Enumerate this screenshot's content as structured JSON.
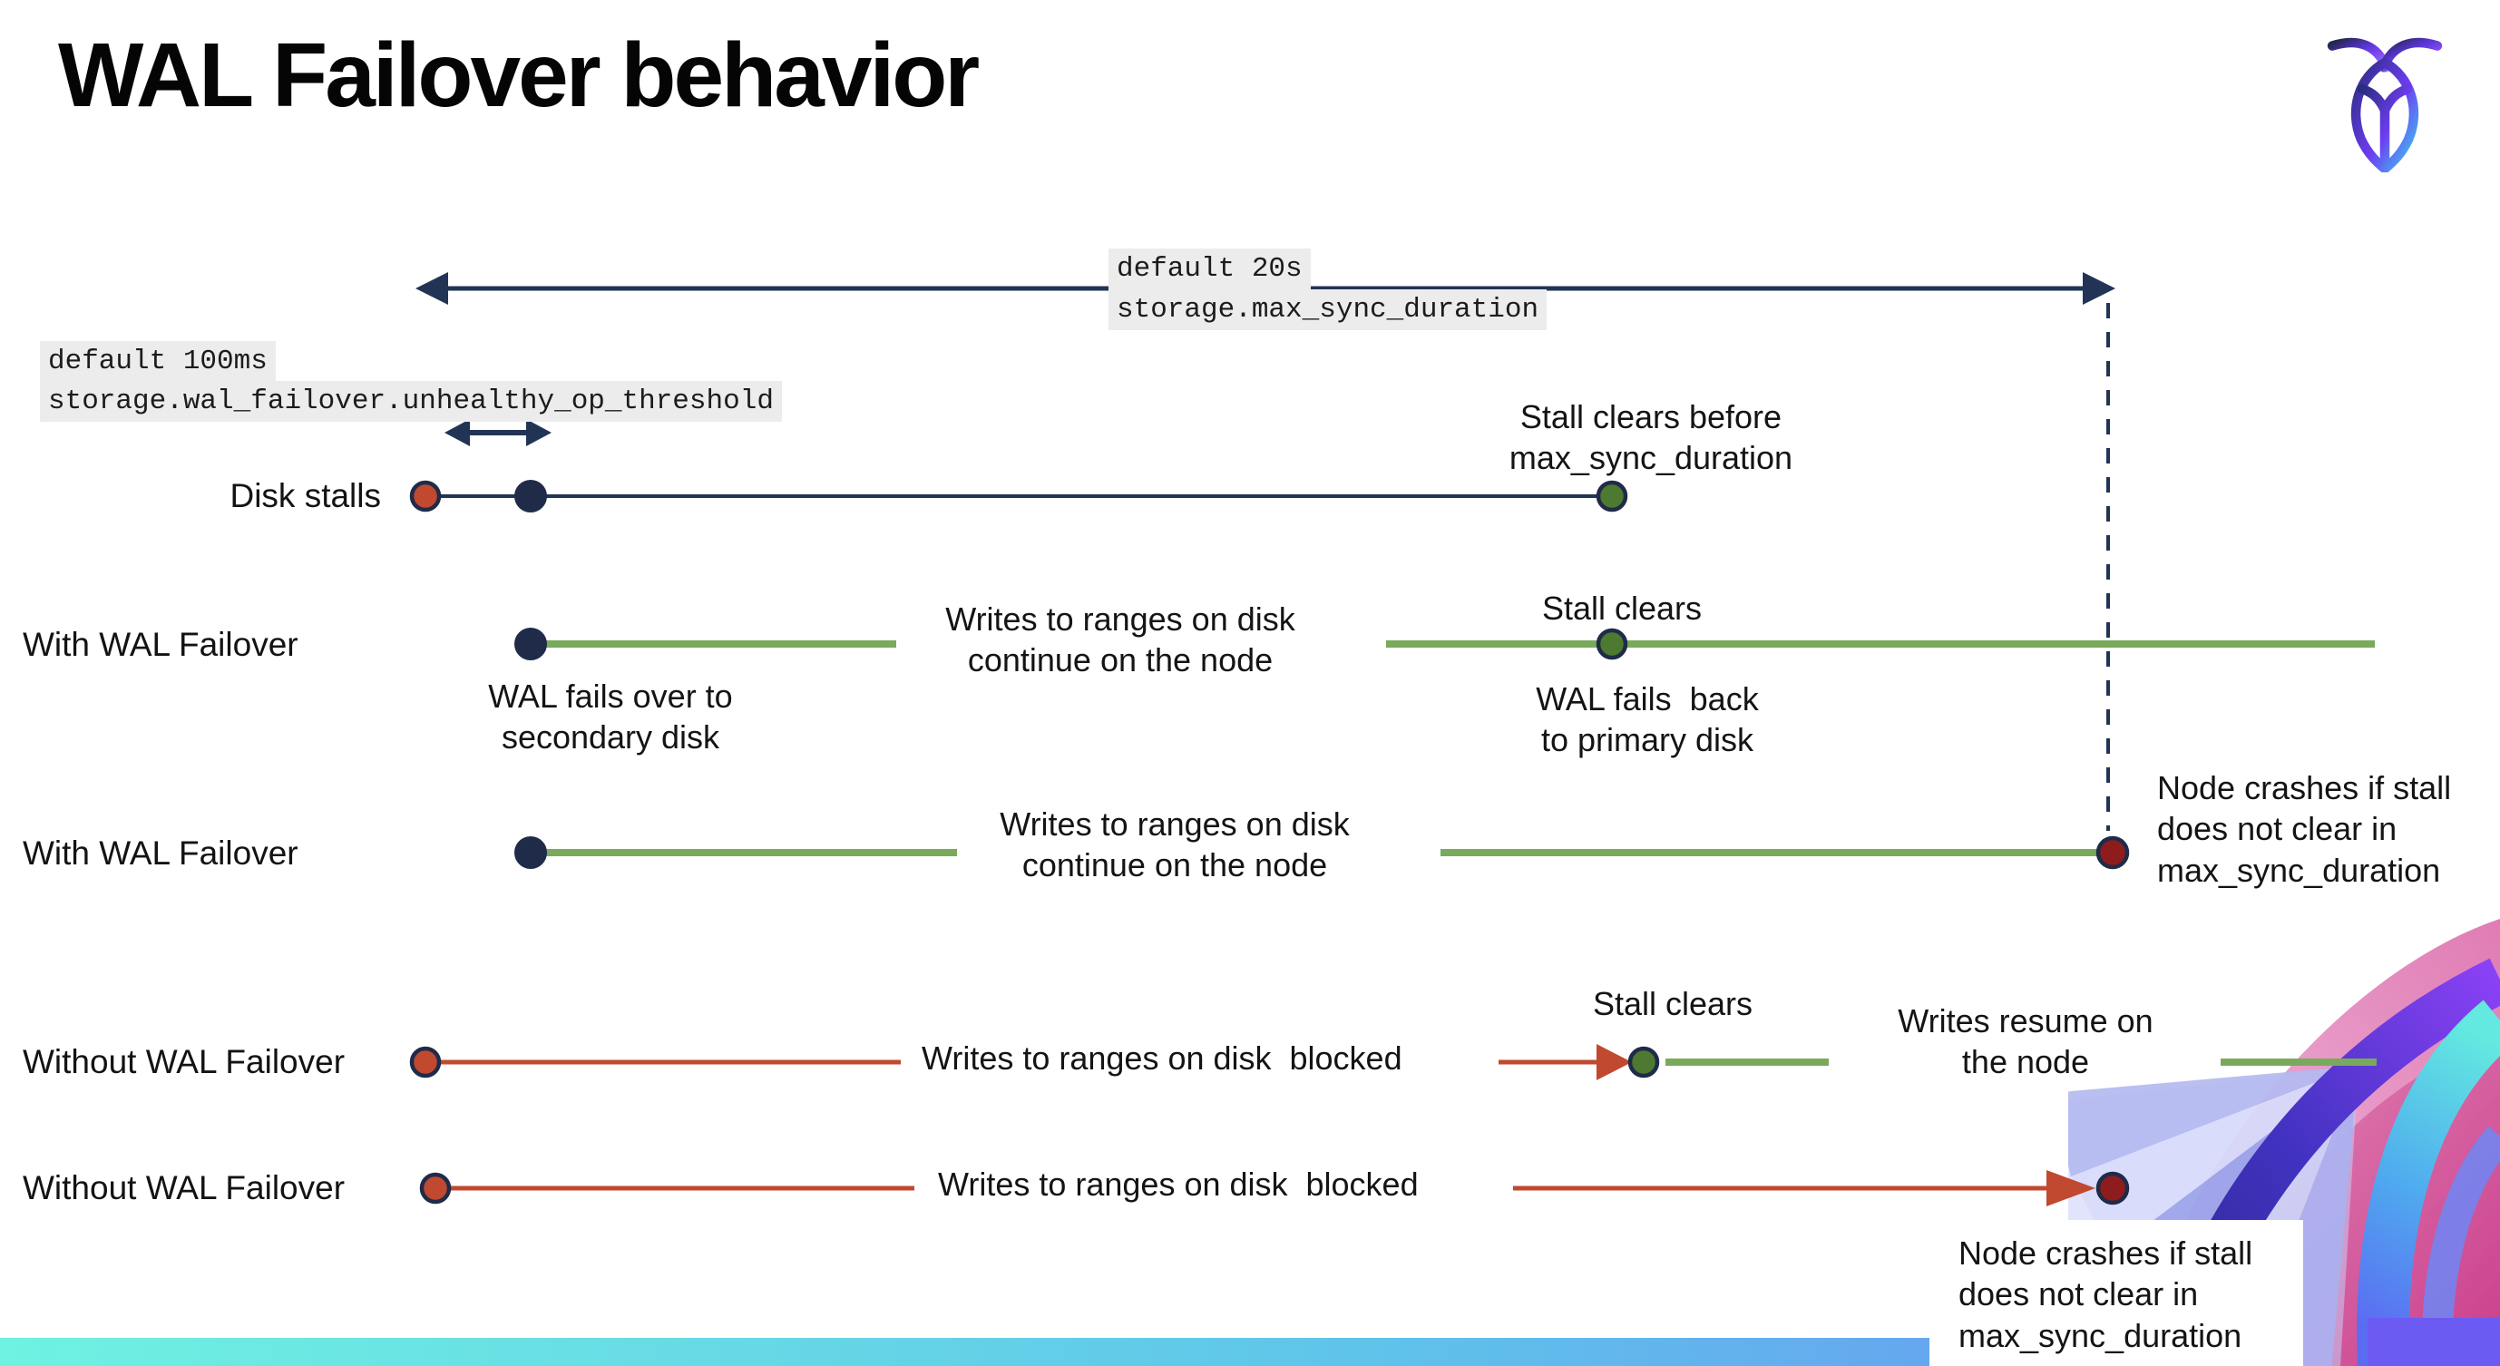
{
  "slide": {
    "title": "WAL Failover behavior"
  },
  "settings_labels": {
    "max_sync_default": "default 20s",
    "max_sync_setting": "storage.max_sync_duration",
    "threshold_default": "default 100ms",
    "threshold_setting": "storage.wal_failover.unhealthy_op_threshold"
  },
  "rows": {
    "disk_stalls": {
      "label": "Disk stalls",
      "stall_clears_note": "Stall clears before\nmax_sync_duration"
    },
    "with_failover_1": {
      "label": "With WAL Failover",
      "failover_note": "WAL fails over to\nsecondary disk",
      "writes_note": "Writes to ranges on disk\ncontinue on the node",
      "stall_clears": "Stall clears",
      "failback_note": "WAL fails  back\nto primary disk"
    },
    "with_failover_2": {
      "label": "With WAL Failover",
      "writes_note": "Writes to ranges on disk\ncontinue on the node",
      "crash_note": "Node crashes if stall\ndoes not clear in\nmax_sync_duration"
    },
    "without_failover_1": {
      "label": "Without WAL Failover",
      "blocked_note": "Writes to ranges on disk  blocked",
      "stall_clears": "Stall clears",
      "resume_note": "Writes resume on\nthe node"
    },
    "without_failover_2": {
      "label": "Without WAL Failover",
      "blocked_note": "Writes to ranges on disk  blocked",
      "crash_note": "Node crashes if stall\ndoes not clear in\nmax_sync_duration"
    }
  },
  "colors": {
    "text": "#161616",
    "navy": "#223456",
    "navy_dot": "#1f2b49",
    "red": "#c0492f",
    "dark_red": "#8e1c1c",
    "green_line": "#79aa5b",
    "green_dot": "#4d7a30",
    "label_bg": "#ececec",
    "bar_start": "#6ff2e1",
    "bar_mid": "#5fc3ea",
    "bar_end": "#6b8bf4"
  }
}
